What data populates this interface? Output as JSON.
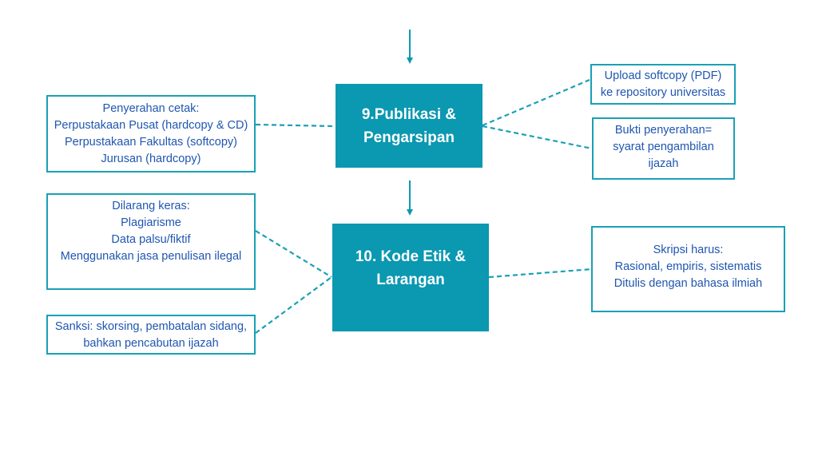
{
  "colors": {
    "primary": "#0b98b1",
    "note_border": "#1aa0b5",
    "note_text": "#1f56b0"
  },
  "step9": {
    "title_lines": [
      "9.Publikasi &",
      "Pengarsipan"
    ],
    "left_note": [
      "Penyerahan cetak:",
      "Perpustakaan Pusat (hardcopy & CD)",
      "Perpustakaan Fakultas (softcopy)",
      "Jurusan (hardcopy)"
    ],
    "right_note_top": [
      "Upload softcopy (PDF)",
      "ke repository universitas"
    ],
    "right_note_bottom": [
      "Bukti penyerahan=",
      "syarat pengambilan",
      "ijazah"
    ]
  },
  "step10": {
    "title_lines": [
      "10. Kode Etik &",
      "Larangan"
    ],
    "left_note_top": [
      "Dilarang keras:",
      "Plagiarisme",
      "Data palsu/fiktif",
      "Menggunakan jasa penulisan ilegal"
    ],
    "left_note_bottom": [
      "Sanksi: skorsing, pembatalan sidang,",
      "bahkan pencabutan ijazah"
    ],
    "right_note": [
      "Skripsi harus:",
      "Rasional, empiris, sistematis",
      "Ditulis dengan bahasa ilmiah"
    ]
  }
}
